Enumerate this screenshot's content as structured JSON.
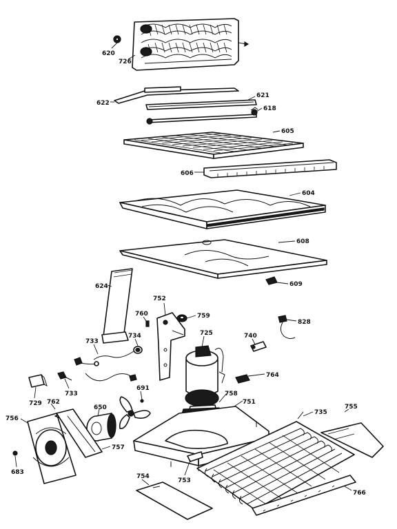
{
  "parts": [
    {
      "id": "p620",
      "label": "620"
    },
    {
      "id": "p726",
      "label": "726"
    },
    {
      "id": "p622",
      "label": "622"
    },
    {
      "id": "p621",
      "label": "621"
    },
    {
      "id": "p618",
      "label": "618"
    },
    {
      "id": "p605",
      "label": "605"
    },
    {
      "id": "p606",
      "label": "606"
    },
    {
      "id": "p604",
      "label": "604"
    },
    {
      "id": "p608",
      "label": "608"
    },
    {
      "id": "p609",
      "label": "609"
    },
    {
      "id": "p624",
      "label": "624"
    },
    {
      "id": "p752",
      "label": "752"
    },
    {
      "id": "p760",
      "label": "760"
    },
    {
      "id": "p759",
      "label": "759"
    },
    {
      "id": "p725",
      "label": "725"
    },
    {
      "id": "p740",
      "label": "740"
    },
    {
      "id": "p828",
      "label": "828"
    },
    {
      "id": "p733a",
      "label": "733"
    },
    {
      "id": "p734",
      "label": "734"
    },
    {
      "id": "p764",
      "label": "764"
    },
    {
      "id": "p729",
      "label": "729"
    },
    {
      "id": "p733b",
      "label": "733"
    },
    {
      "id": "p691",
      "label": "691"
    },
    {
      "id": "p758",
      "label": "758"
    },
    {
      "id": "p751",
      "label": "751"
    },
    {
      "id": "p735",
      "label": "735"
    },
    {
      "id": "p755",
      "label": "755"
    },
    {
      "id": "p762",
      "label": "762"
    },
    {
      "id": "p650",
      "label": "650"
    },
    {
      "id": "p756",
      "label": "756"
    },
    {
      "id": "p757",
      "label": "757"
    },
    {
      "id": "p683",
      "label": "683"
    },
    {
      "id": "p753",
      "label": "753"
    },
    {
      "id": "p754",
      "label": "754"
    },
    {
      "id": "p766",
      "label": "766"
    }
  ]
}
